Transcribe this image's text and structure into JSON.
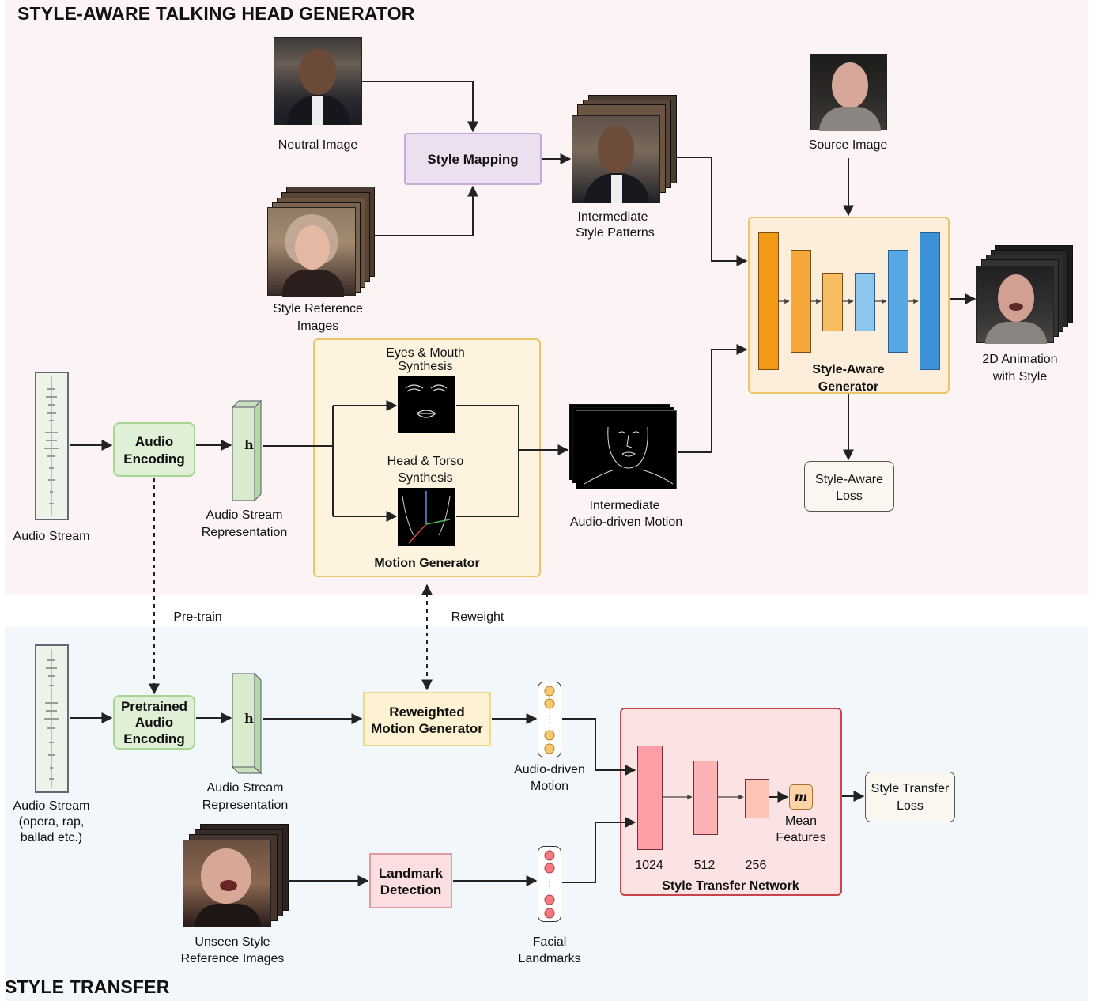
{
  "sections": {
    "top_title": "STYLE-AWARE TALKING HEAD GENERATOR",
    "bottom_title": "STYLE TRANSFER"
  },
  "top": {
    "neutral_image": "Neutral Image",
    "style_mapping": "Style Mapping",
    "style_reference_images": [
      "Style Reference",
      "Images"
    ],
    "intermediate_style_patterns": [
      "Intermediate",
      "Style Patterns"
    ],
    "source_image": "Source Image",
    "style_aware_generator": [
      "Style-Aware",
      "Generator"
    ],
    "animation_output": [
      "2D Animation",
      "with Style"
    ],
    "style_aware_loss": [
      "Style-Aware",
      "Loss"
    ],
    "audio_stream": "Audio Stream",
    "audio_encoding": [
      "Audio",
      "Encoding"
    ],
    "h_symbol": "h",
    "audio_stream_representation": [
      "Audio Stream",
      "Representation"
    ],
    "eyes_mouth_synthesis": [
      "Eyes & Mouth",
      "Synthesis"
    ],
    "head_torso_synthesis": [
      "Head & Torso",
      "Synthesis"
    ],
    "motion_generator": "Motion Generator",
    "intermediate_audio_motion": [
      "Intermediate",
      "Audio-driven Motion"
    ]
  },
  "links": {
    "pretrain": "Pre-train",
    "reweight": "Reweight"
  },
  "bottom": {
    "audio_stream": [
      "Audio Stream",
      "(opera, rap,",
      "ballad etc.)"
    ],
    "pretrained_audio_encoding": [
      "Pretrained",
      "Audio",
      "Encoding"
    ],
    "h_symbol": "h",
    "audio_stream_representation": [
      "Audio Stream",
      "Representation"
    ],
    "reweighted_motion_generator": [
      "Reweighted",
      "Motion Generator"
    ],
    "audio_driven_motion": [
      "Audio-driven",
      "Motion"
    ],
    "unseen_style_reference": [
      "Unseen Style",
      "Reference Images"
    ],
    "landmark_detection": [
      "Landmark",
      "Detection"
    ],
    "facial_landmarks": [
      "Facial",
      "Landmarks"
    ],
    "style_transfer_network": "Style Transfer Network",
    "layer_sizes": [
      "1024",
      "512",
      "256"
    ],
    "mean_symbol": "m",
    "mean_features": [
      "Mean",
      "Features"
    ],
    "style_transfer_loss": [
      "Style Transfer",
      "Loss"
    ]
  },
  "colors": {
    "top_bg": "#fcf4f4",
    "bottom_bg": "#f2f7fb",
    "style_mapping_fill": "#ece0f0",
    "green_fill": "#dff0d6",
    "motion_gen_fill": "#fdf3df",
    "reweighted_fill": "#fdf3d2",
    "landmark_fill": "#fbdfe0",
    "orange_layer": "#f2a12a",
    "blue_layer": "#3c92d8",
    "red_layer": "#fc9ea5"
  }
}
